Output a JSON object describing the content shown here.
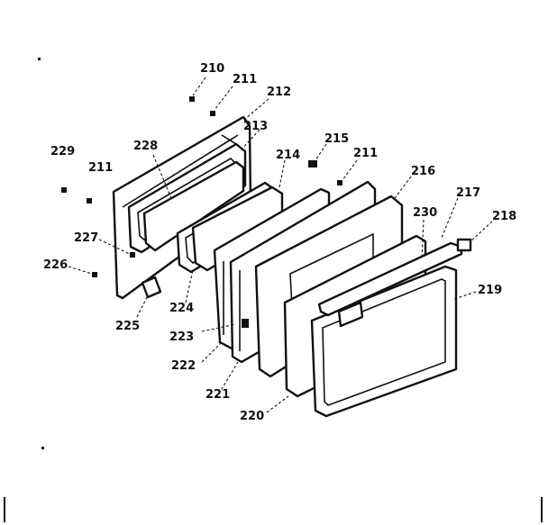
{
  "diagram": {
    "labels": [
      "210",
      "211",
      "212",
      "213",
      "214",
      "215",
      "211",
      "216",
      "217",
      "218",
      "219",
      "220",
      "221",
      "222",
      "223",
      "224",
      "225",
      "226",
      "227",
      "228",
      "229",
      "211",
      "230"
    ]
  },
  "colors": {
    "ink": "#111111",
    "paper": "#ffffff"
  }
}
